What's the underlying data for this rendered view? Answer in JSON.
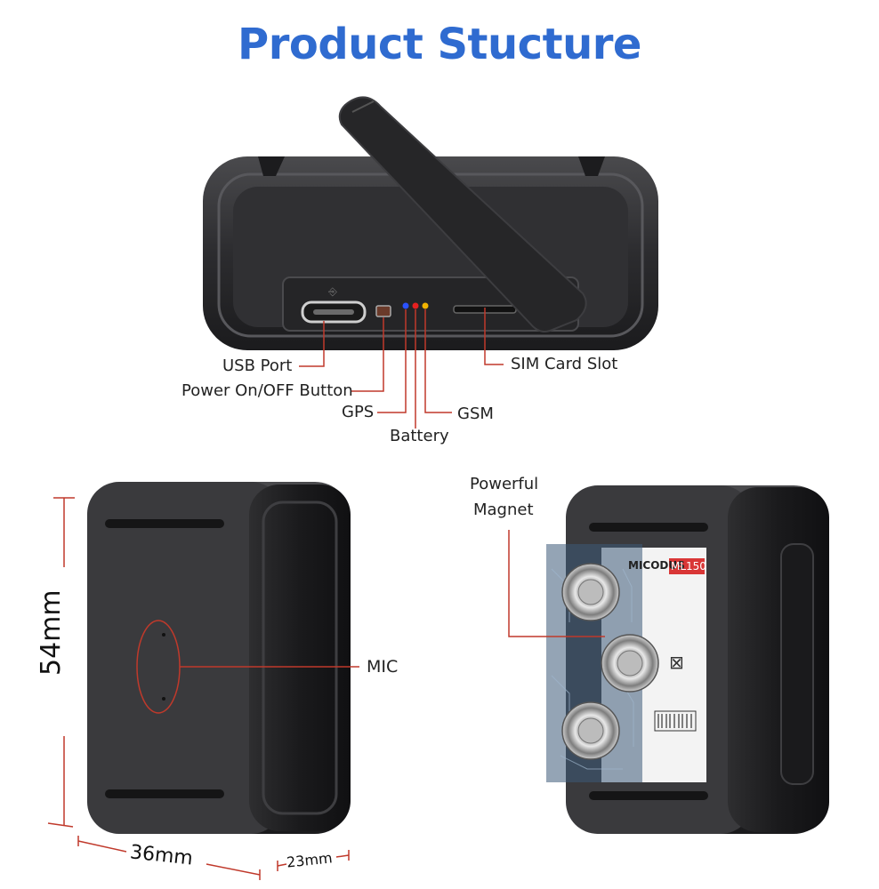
{
  "title": "Product Stucture",
  "top_labels": {
    "usb_port": "USB Port",
    "power_button": "Power On/OFF Button",
    "gps": "GPS",
    "battery": "Battery",
    "gsm": "GSM",
    "sim_slot": "SIM Card Slot"
  },
  "left_labels": {
    "height": "54mm",
    "width": "36mm",
    "depth": "23mm",
    "mic": "MIC"
  },
  "right_labels": {
    "magnet_line1": "Powerful",
    "magnet_line2": "Magnet",
    "brand": "MICODUS",
    "model": "ML150"
  },
  "colors": {
    "title": "#2f6bd0",
    "leader_line": "#c0392b",
    "device_body": "#2b2b2d",
    "gps_led": "#2a52ff",
    "battery_led": "#e62020",
    "gsm_led": "#f2b400"
  }
}
